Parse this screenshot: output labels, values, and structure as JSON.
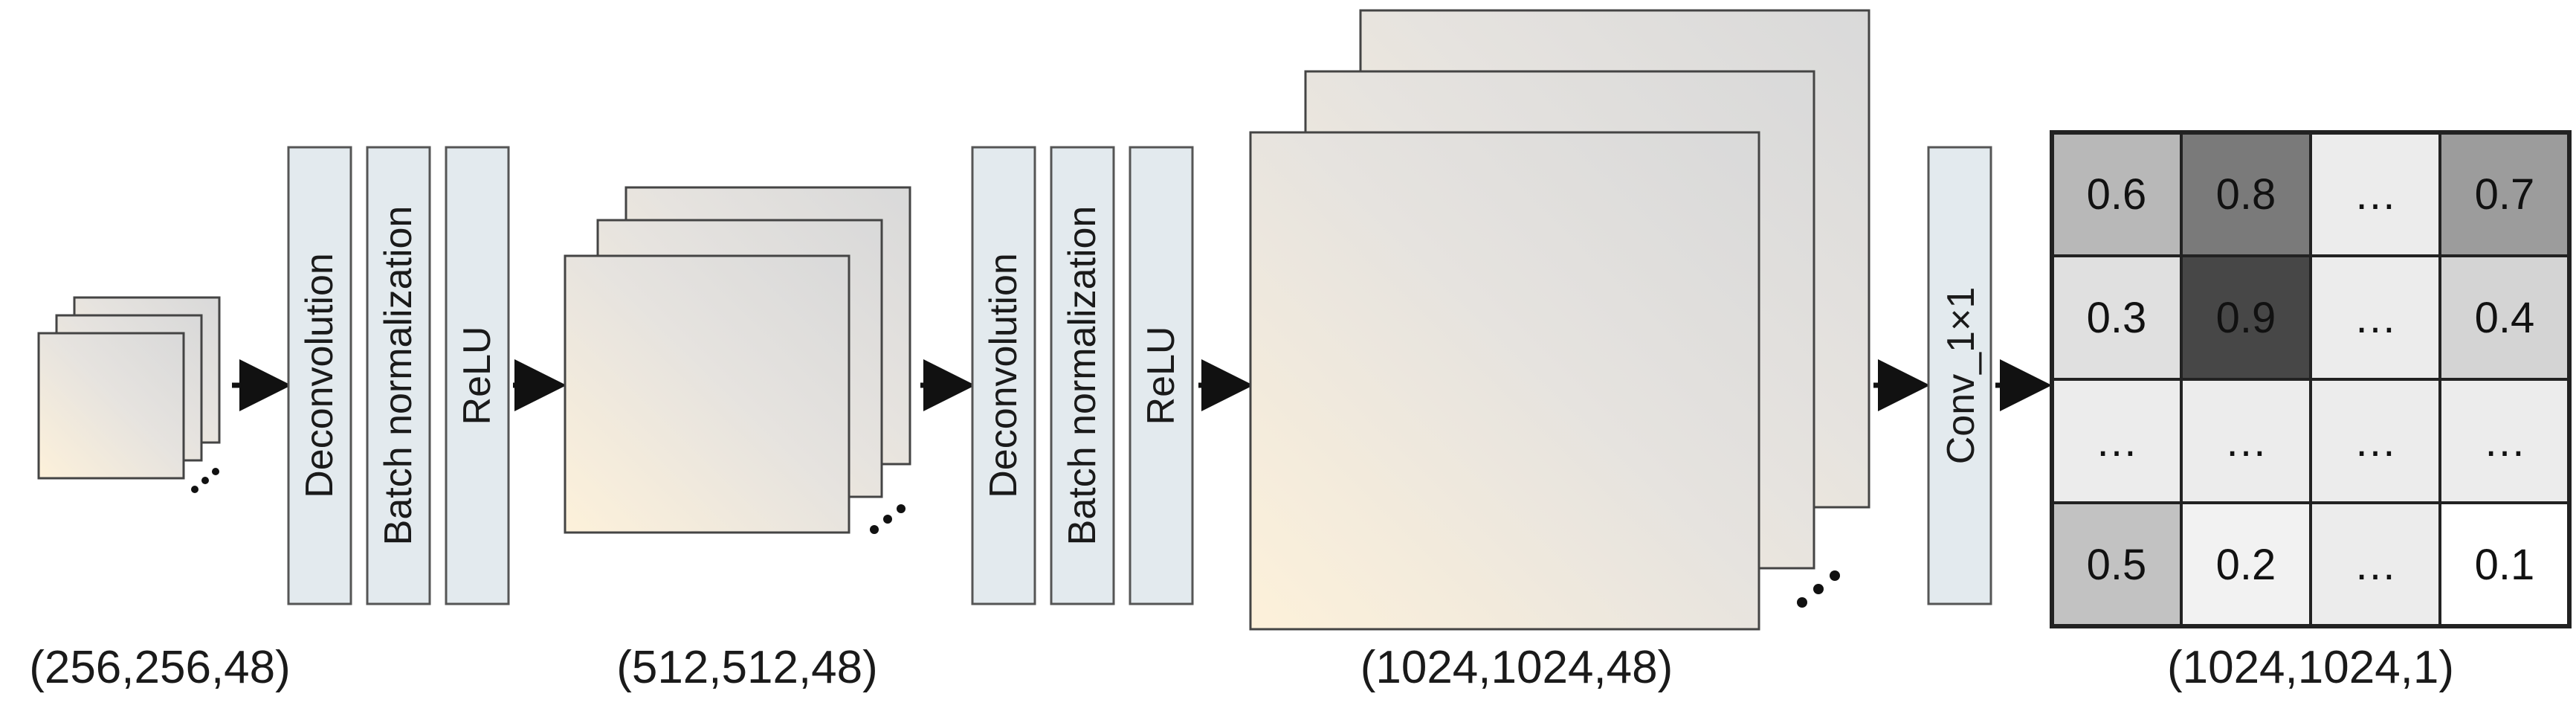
{
  "stages": [
    {
      "dim_label": "(256,256,48)"
    },
    {
      "dim_label": "(512,512,48)"
    },
    {
      "dim_label": "(1024,1024,48)"
    },
    {
      "dim_label": "(1024,1024,1)"
    }
  ],
  "blocks_1": [
    "Deconvolution",
    "Batch normalization",
    "ReLU"
  ],
  "blocks_2": [
    "Deconvolution",
    "Batch normalization",
    "ReLU"
  ],
  "conv_block": "Conv_1×1",
  "ellipsis": "…",
  "output_grid": {
    "rows": [
      [
        {
          "text": "0.6",
          "fill": "#b8b8b8"
        },
        {
          "text": "0.8",
          "fill": "#7a7a7a"
        },
        {
          "text": "…",
          "fill": "#ececec"
        },
        {
          "text": "0.7",
          "fill": "#9c9c9c"
        }
      ],
      [
        {
          "text": "0.3",
          "fill": "#e0e0e0"
        },
        {
          "text": "0.9",
          "fill": "#474747"
        },
        {
          "text": "…",
          "fill": "#ececec"
        },
        {
          "text": "0.4",
          "fill": "#d4d4d4"
        }
      ],
      [
        {
          "text": "…",
          "fill": "#ececec"
        },
        {
          "text": "…",
          "fill": "#ececec"
        },
        {
          "text": "…",
          "fill": "#ececec"
        },
        {
          "text": "…",
          "fill": "#ececec"
        }
      ],
      [
        {
          "text": "0.5",
          "fill": "#c2c2c2"
        },
        {
          "text": "0.2",
          "fill": "#f2f2f2"
        },
        {
          "text": "…",
          "fill": "#ececec"
        },
        {
          "text": "0.1",
          "fill": "#ffffff"
        }
      ]
    ]
  },
  "colors": {
    "block_fill": "#e3eaee",
    "block_stroke": "#555555",
    "arrow": "#111111",
    "map_light": "#fdf1da",
    "map_dark": "#d8d8d8"
  }
}
